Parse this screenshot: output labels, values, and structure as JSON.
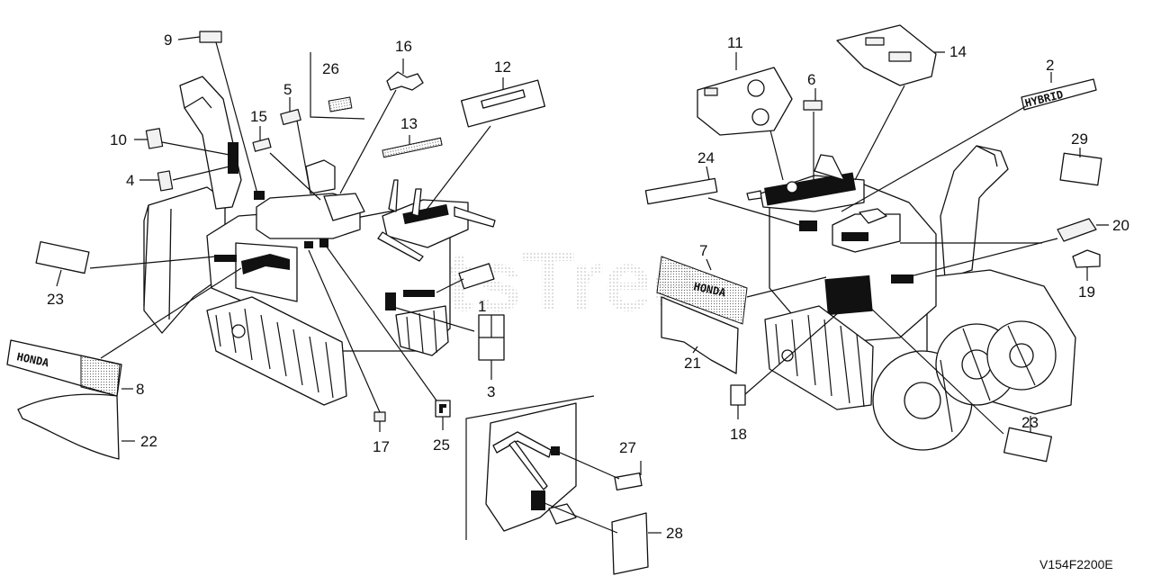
{
  "watermark": "PartsTree",
  "diagram_code": "V154F2200E",
  "decal_text": {
    "honda": "HONDA",
    "hybrid": "HYBRID"
  },
  "callouts": [
    "9",
    "16",
    "26",
    "5",
    "12",
    "15",
    "13",
    "10",
    "4",
    "23",
    "8",
    "22",
    "17",
    "25",
    "1",
    "3",
    "11",
    "6",
    "14",
    "2",
    "29",
    "24",
    "7",
    "20",
    "19",
    "21",
    "18",
    "23",
    "27",
    "28"
  ]
}
